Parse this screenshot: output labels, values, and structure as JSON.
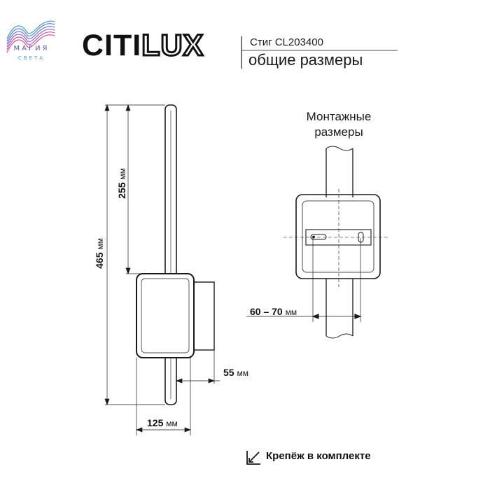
{
  "logo": {
    "brand_left": "CITI",
    "brand_right": "LUX",
    "partner_title": "МАГИЯ",
    "partner_sub": "СВЕТА"
  },
  "header": {
    "model_line": "Стиг CL203400",
    "subtitle": "общие размеры"
  },
  "mounting": {
    "title_line1": "Монтажные",
    "title_line2": "размеры"
  },
  "dimensions": {
    "total_height": {
      "value": "465",
      "unit": "мм"
    },
    "upper_height": {
      "value": "255",
      "unit": "мм"
    },
    "depth": {
      "value": "55",
      "unit": "мм"
    },
    "width": {
      "value": "125",
      "unit": "мм"
    },
    "mount_spacing": {
      "value": "60 – 70",
      "unit": "мм"
    }
  },
  "footer": {
    "kit_note": "Крепёж в комплекте",
    "icon": "arrow-into-corner-icon"
  },
  "colors": {
    "line": "#1a1a1a",
    "logo_purple": "#5a5ab8",
    "logo_cyan": "#4aa5c9",
    "logo_pink": "#d9559a"
  }
}
